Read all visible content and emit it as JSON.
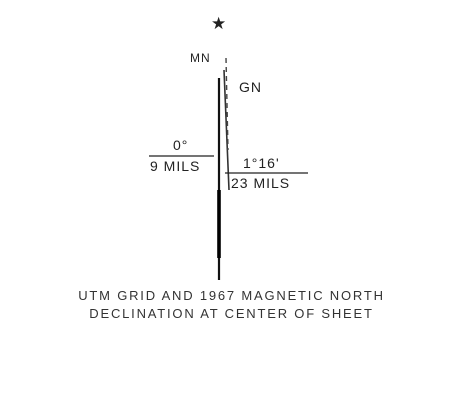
{
  "diagram": {
    "true_north_symbol": "★",
    "magnetic_north_label": "MN",
    "grid_north_label": "GN",
    "magnetic_declination_degrees": "0°",
    "magnetic_declination_mils": "9 MILS",
    "grid_declination_degrees": "1°16'",
    "grid_declination_mils": "23 MILS",
    "caption_line1": "UTM GRID AND 1967 MAGNETIC NORTH",
    "caption_line2": "DECLINATION AT CENTER OF SHEET"
  }
}
